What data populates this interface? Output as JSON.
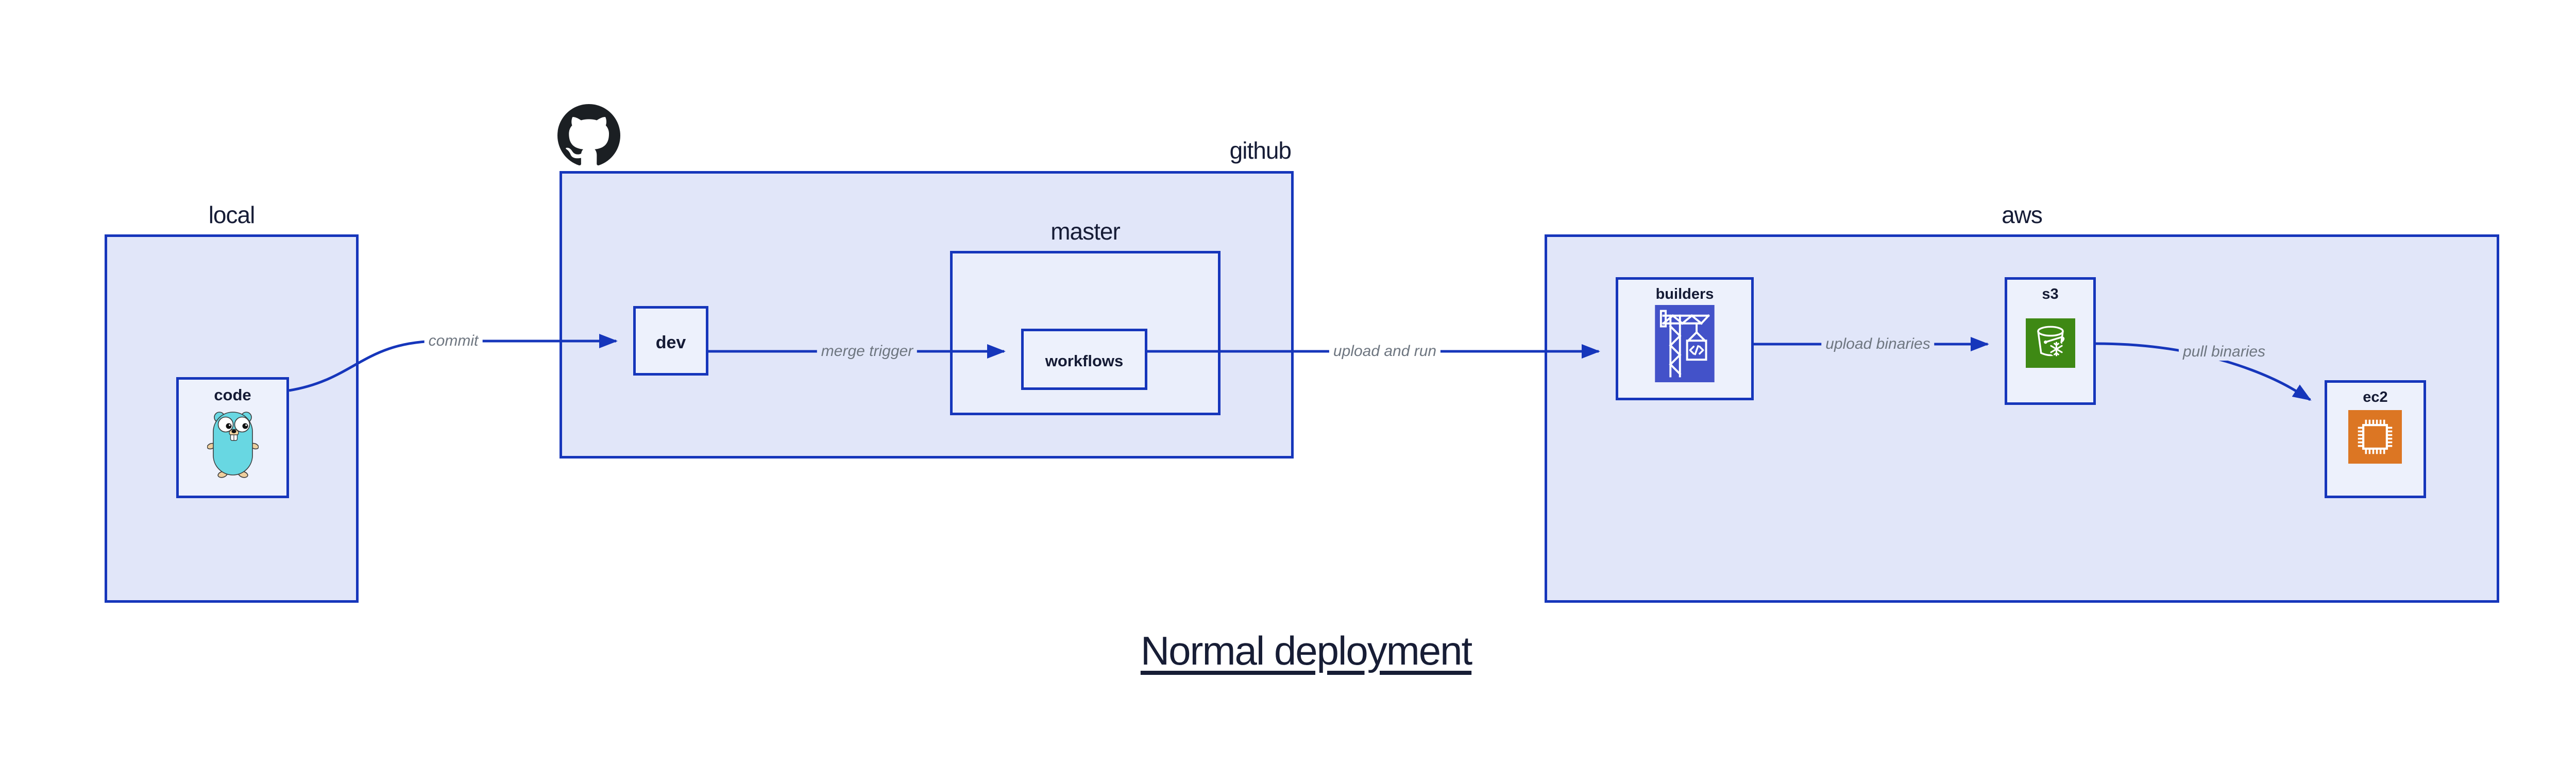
{
  "diagram_title": "Normal deployment",
  "groups": {
    "local": {
      "label": "local"
    },
    "github": {
      "label": "github"
    },
    "master": {
      "label": "master"
    },
    "aws": {
      "label": "aws"
    }
  },
  "nodes": {
    "code": {
      "label": "code",
      "icon": "go-gopher-icon",
      "gopher_color": "#68d7e2"
    },
    "dev": {
      "label": "dev"
    },
    "workflows": {
      "label": "workflows"
    },
    "builders": {
      "label": "builders",
      "icon": "codebuild-crane-icon",
      "icon_color": "#4352c9"
    },
    "s3": {
      "label": "s3",
      "icon": "s3-bucket-snowflake-icon",
      "icon_color": "#3e8914"
    },
    "ec2": {
      "label": "ec2",
      "icon": "ec2-chip-icon",
      "icon_color": "#dc7623"
    }
  },
  "edges": {
    "commit": {
      "label": "commit"
    },
    "merge_trigger": {
      "label": "merge trigger"
    },
    "upload_and_run": {
      "label": "upload and run"
    },
    "upload_binaries": {
      "label": "upload binaries"
    },
    "pull_binaries": {
      "label": "pull binaries"
    }
  },
  "logo": {
    "name": "github-octocat-logo"
  },
  "colors": {
    "stroke_blue": "#1636bb",
    "group_fill": "#e1e6f9",
    "node_fill": "#edf1fc",
    "label_navy": "#161c36",
    "edge_label_gray": "#6e7680",
    "octocat_black": "#1b1f23"
  }
}
